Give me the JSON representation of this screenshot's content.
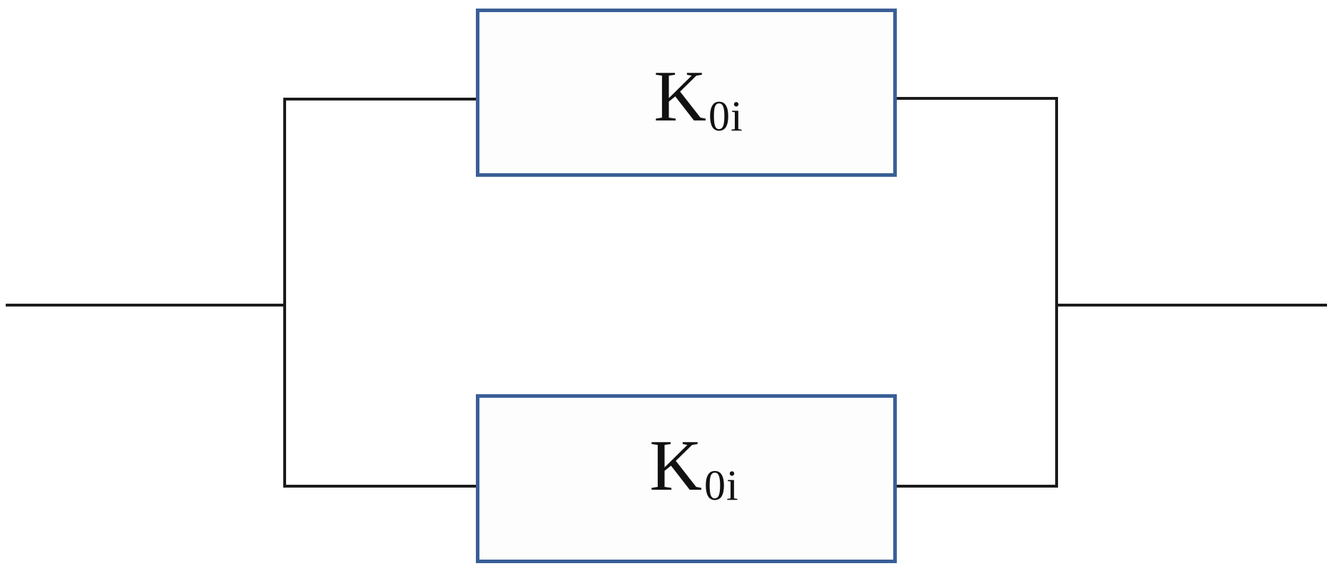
{
  "diagram": {
    "type": "block-diagram",
    "description": "Two identical gain blocks connected in parallel between an input wire and an output wire",
    "colors": {
      "background": "#ffffff",
      "wire": "#1b1b1b",
      "box-border": "#3a5f96",
      "box-fill": "#fdfdfe",
      "label": "#111111"
    },
    "blocks": [
      {
        "position": "top",
        "label_main": "K",
        "label_sub": "0i"
      },
      {
        "position": "bottom",
        "label_main": "K",
        "label_sub": "0i"
      }
    ]
  }
}
